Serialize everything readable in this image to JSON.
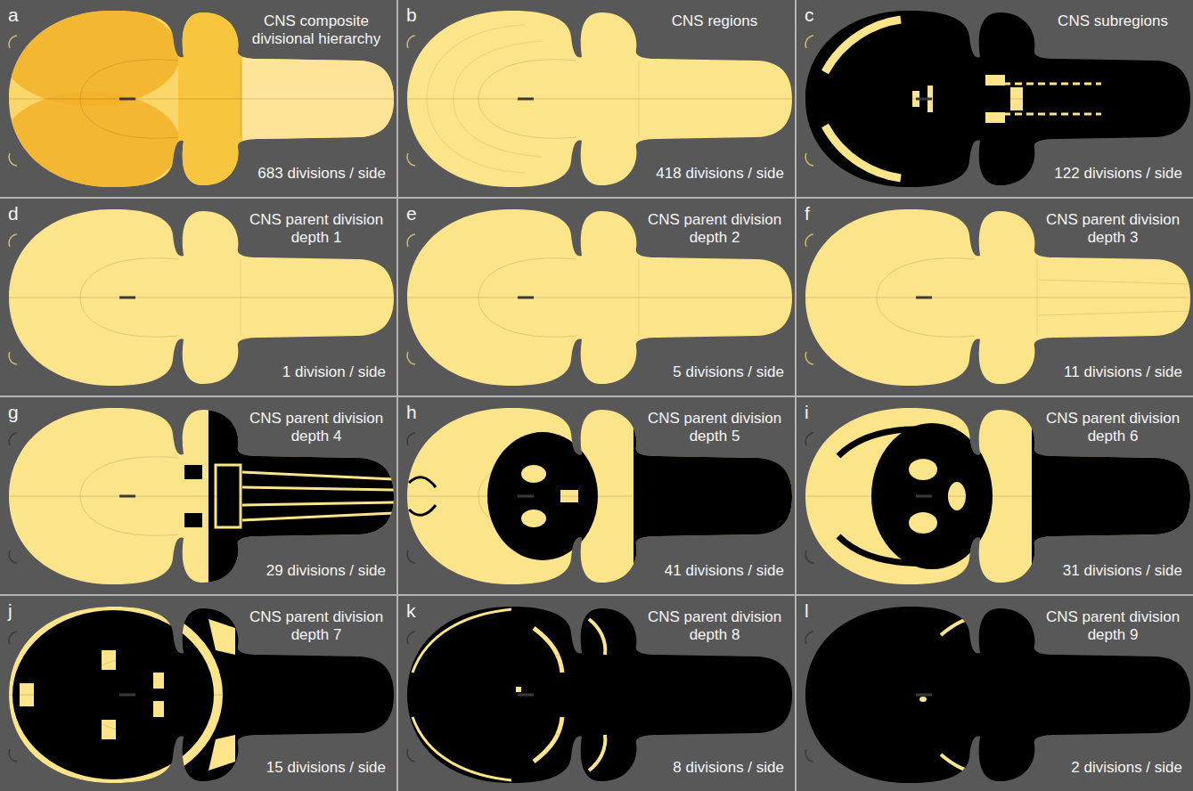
{
  "diagram": {
    "nodes": [
      {
        "text": [
          "a",
          "CNS composite divisional hierarchy",
          "683 divisions / side"
        ]
      },
      {
        "text": [
          "b",
          "CNS regions",
          "418 divisions / side"
        ]
      },
      {
        "text": [
          "c",
          "CNS subregions",
          "122 divisions / side"
        ]
      },
      {
        "text": [
          "d",
          "CNS parent division depth 1",
          "1 division / side"
        ]
      },
      {
        "text": [
          "e",
          "CNS parent division depth 2",
          "5 divisions / side"
        ]
      },
      {
        "text": [
          "f",
          "CNS parent division depth 3",
          "11 divisions / side"
        ]
      },
      {
        "text": [
          "g",
          "CNS parent division depth 4",
          "29 divisions / side"
        ]
      },
      {
        "text": [
          "h",
          "CNS parent division depth 5",
          "41 divisions / side"
        ]
      },
      {
        "text": [
          "i",
          "CNS parent division depth 6",
          "31 divisions / side"
        ]
      },
      {
        "text": [
          "j",
          "CNS parent division depth 7",
          "15 divisions / side"
        ]
      },
      {
        "text": [
          "k",
          "CNS parent division depth 8",
          "8 divisions / side"
        ]
      },
      {
        "text": [
          "l",
          "CNS parent division depth 9",
          "2 divisions / side"
        ]
      }
    ]
  }
}
